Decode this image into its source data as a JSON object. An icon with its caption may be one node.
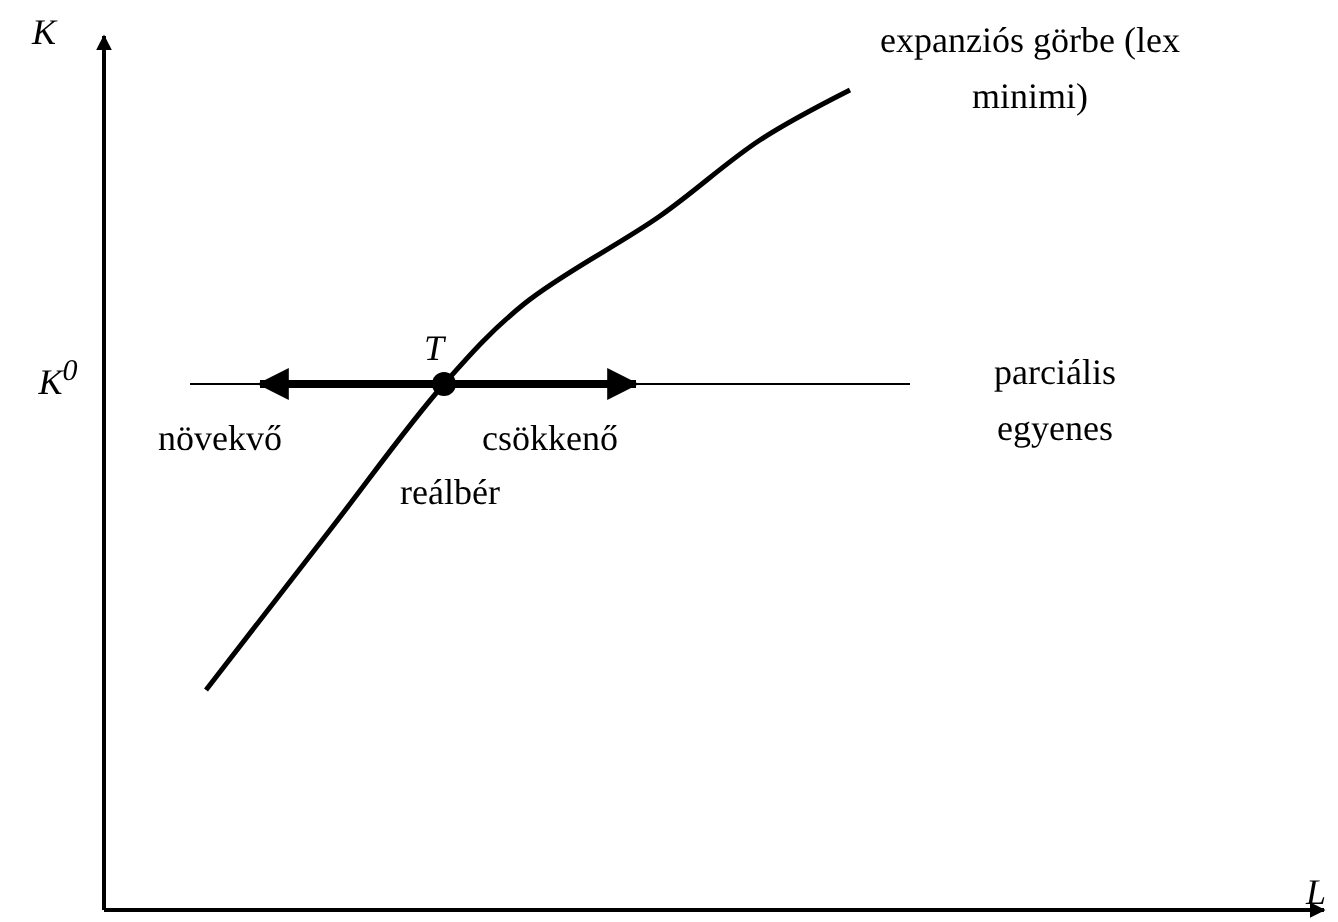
{
  "diagram": {
    "labels": [
      "K",
      "expanziós görbe (lex minimi)",
      "K$^{0}$",
      "T",
      "parciális egyenes",
      "növekvő",
      "csökkenő",
      "reálbér",
      "L"
    ]
  }
}
